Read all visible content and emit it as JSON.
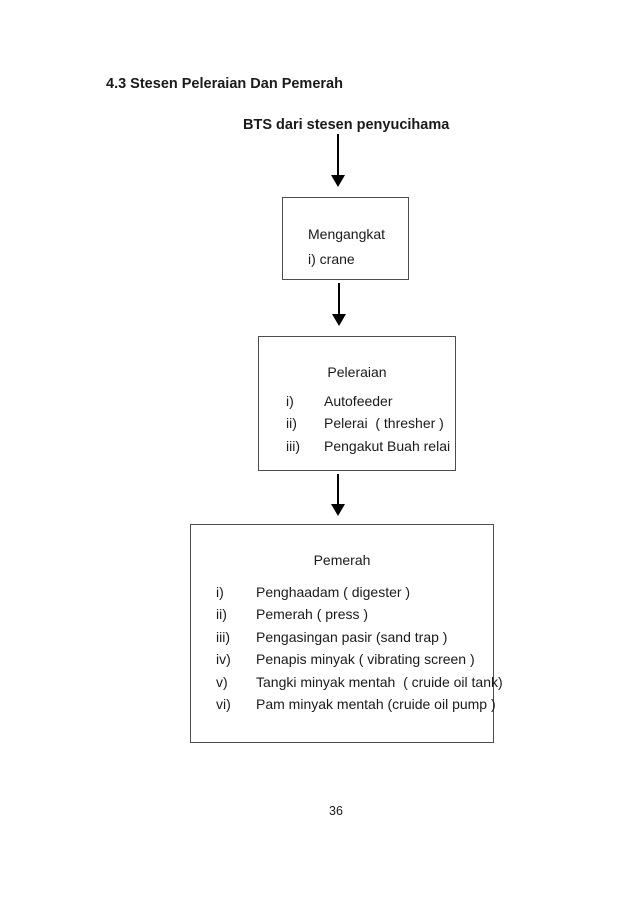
{
  "page": {
    "heading": "4.3 Stesen Peleraian Dan Pemerah",
    "page_number": "36"
  },
  "flowchart": {
    "source_label": "BTS dari stesen penyucihama",
    "box1": {
      "line1": "Mengangkat",
      "line2": "i) crane"
    },
    "box2": {
      "title": "Peleraian",
      "items": [
        {
          "num": "i)",
          "text": "Autofeeder"
        },
        {
          "num": "ii)",
          "text": "Pelerai  ( thresher )"
        },
        {
          "num": "iii)",
          "text": "Pengakut Buah relai"
        }
      ]
    },
    "box3": {
      "title": "Pemerah",
      "items": [
        {
          "num": "i)",
          "text": "Penghaadam ( digester )"
        },
        {
          "num": "ii)",
          "text": "Pemerah ( press )"
        },
        {
          "num": "iii)",
          "text": "Pengasingan pasir (sand trap )"
        },
        {
          "num": "iv)",
          "text": "Penapis minyak ( vibrating screen )"
        },
        {
          "num": "v)",
          "text": "Tangki minyak mentah  ( cruide oil tank)"
        },
        {
          "num": "vi)",
          "text": "Pam minyak mentah (cruide oil pump )"
        }
      ]
    }
  },
  "colors": {
    "text": "#1a1a1a",
    "box_border": "#4d4d4d",
    "background": "#ffffff",
    "arrow": "#000000"
  }
}
